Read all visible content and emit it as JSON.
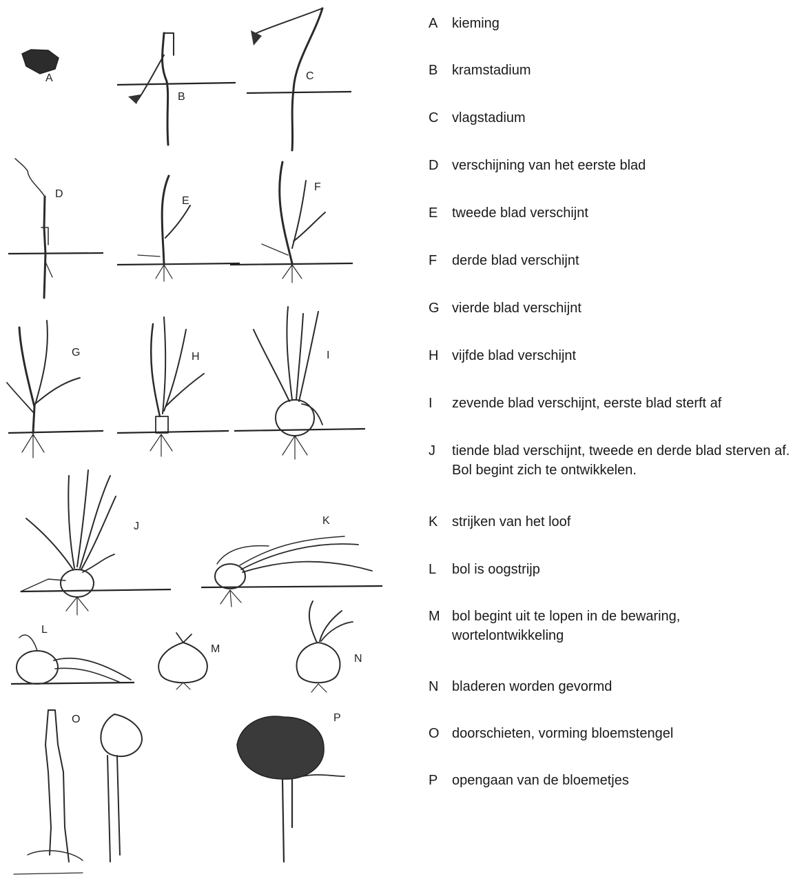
{
  "stages": [
    {
      "letter": "A",
      "text": "kieming"
    },
    {
      "letter": "B",
      "text": "kramstadium"
    },
    {
      "letter": "C",
      "text": "vlagstadium"
    },
    {
      "letter": "D",
      "text": "verschijning van het eerste blad"
    },
    {
      "letter": "E",
      "text": "tweede blad verschijnt"
    },
    {
      "letter": "F",
      "text": "derde blad verschijnt"
    },
    {
      "letter": "G",
      "text": "vierde blad verschijnt"
    },
    {
      "letter": "H",
      "text": "vijfde blad verschijnt"
    },
    {
      "letter": "I",
      "text": "zevende blad verschijnt, eerste  blad sterft af"
    },
    {
      "letter": "J",
      "text": "tiende blad verschijnt, tweede  en derde blad sterven af. Bol begint zich te ontwikkelen."
    },
    {
      "letter": "K",
      "text": "strijken van het loof"
    },
    {
      "letter": "L",
      "text": "bol is oogstrijp"
    },
    {
      "letter": "M",
      "text": "bol begint uit te lopen in de  bewaring, wortelontwikkeling"
    },
    {
      "letter": "N",
      "text": "bladeren worden gevormd"
    },
    {
      "letter": "O",
      "text": "doorschieten, vorming bloemstengel"
    },
    {
      "letter": "P",
      "text": "opengaan van de bloemetjes"
    }
  ]
}
